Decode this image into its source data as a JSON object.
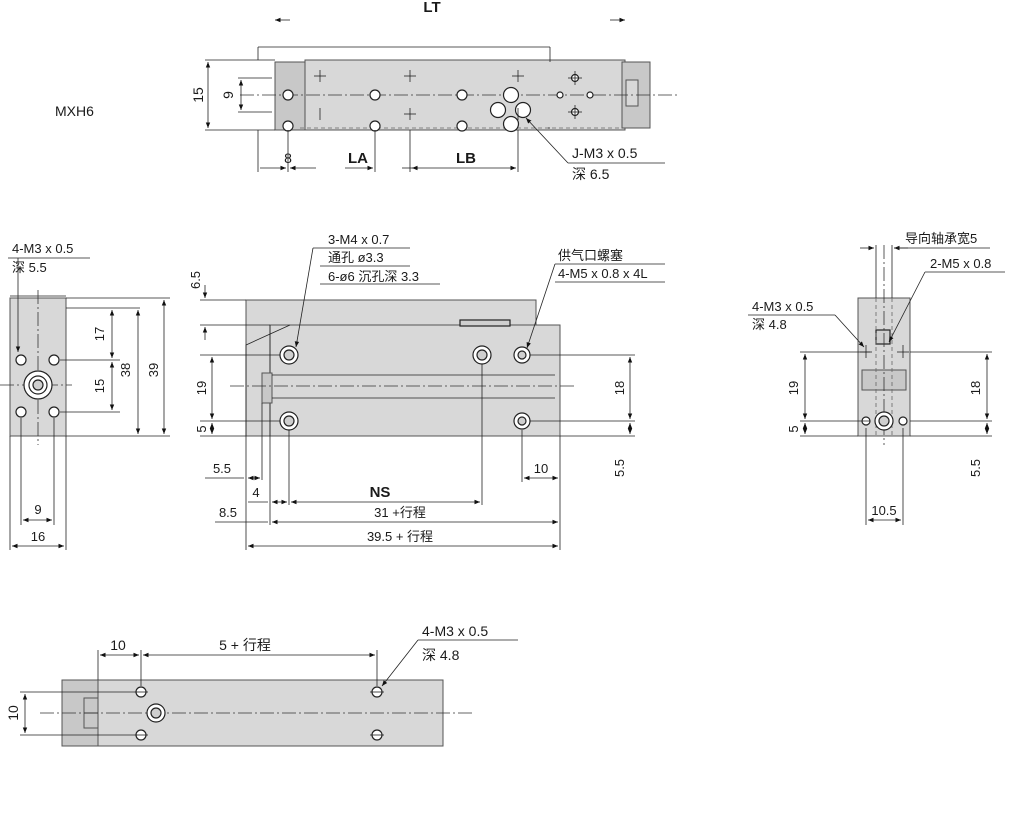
{
  "model": "MXH6",
  "top_view": {
    "dims": {
      "lt": "LT",
      "la": "LA",
      "lb": "LB",
      "d8": "8",
      "d15": "15",
      "d9": "9"
    },
    "callout": {
      "line1": "J-M3 x 0.5",
      "line2": "深 6.5"
    }
  },
  "left_end_view": {
    "callout": {
      "line1": "4-M3 x 0.5",
      "line2": "深 5.5"
    },
    "dims": {
      "d17": "17",
      "d38": "38",
      "d39": "39",
      "d15": "15",
      "d9": "9",
      "d16": "16"
    }
  },
  "front_view": {
    "callout_left": {
      "line1": "3-M4 x 0.7",
      "line2": "通孔 ø3.3",
      "line3": "6-ø6 沉孔深 3.3"
    },
    "callout_right": {
      "line1": "供气口螺塞",
      "line2": "4-M5 x 0.8 x 4L"
    },
    "dims": {
      "d65": "6.5",
      "d19": "19",
      "d5": "5",
      "d18": "18",
      "d55r": "5.5",
      "d55": "5.5",
      "d4": "4",
      "d85": "8.5",
      "d10": "10",
      "ns": "NS",
      "d31": "31 +行程",
      "d395": "39.5 + 行程"
    }
  },
  "right_end_view": {
    "callout_top": "导向轴承宽5",
    "callout_right": "2-M5 x 0.8",
    "callout_left": {
      "line1": "4-M3 x 0.5",
      "line2": "深 4.8"
    },
    "dims": {
      "d19": "19",
      "d5": "5",
      "d18": "18",
      "d55": "5.5",
      "d105": "10.5"
    }
  },
  "bottom_view": {
    "dims": {
      "d10": "10",
      "d5s": "5 + 行程",
      "d10v": "10"
    },
    "callout": {
      "line1": "4-M3 x 0.5",
      "line2": "深 4.8"
    }
  }
}
